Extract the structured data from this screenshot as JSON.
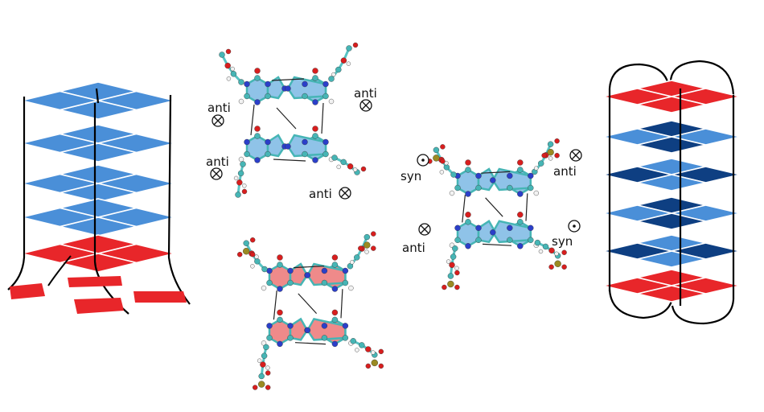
{
  "colors": {
    "tetrad_light_blue": "#4a8fd8",
    "tetrad_dark_blue": "#0e3f82",
    "tetrad_red": "#e8262a",
    "backbone": "#000000",
    "base_blue": "#8fc3e8",
    "base_pink": "#ef8a8a",
    "atom_nitrogen": "#2b3fc9",
    "atom_oxygen": "#d81e1e",
    "atom_carbon": "#46b5b5",
    "atom_hydrogen": "#f2f2f2",
    "atom_phosphorus": "#9a8a22"
  },
  "labels": {
    "top_left_tetrad": {
      "a_tl": "anti",
      "a_tr": "anti",
      "a_bl": "anti",
      "a_br": "anti"
    },
    "right_tetrad": {
      "s_tl": "syn",
      "a_tr": "anti",
      "a_bl": "anti",
      "s_br": "syn"
    }
  },
  "symbols": {
    "into_page": "cross-in-circle-icon",
    "out_of_page": "dot-in-circle-icon"
  }
}
